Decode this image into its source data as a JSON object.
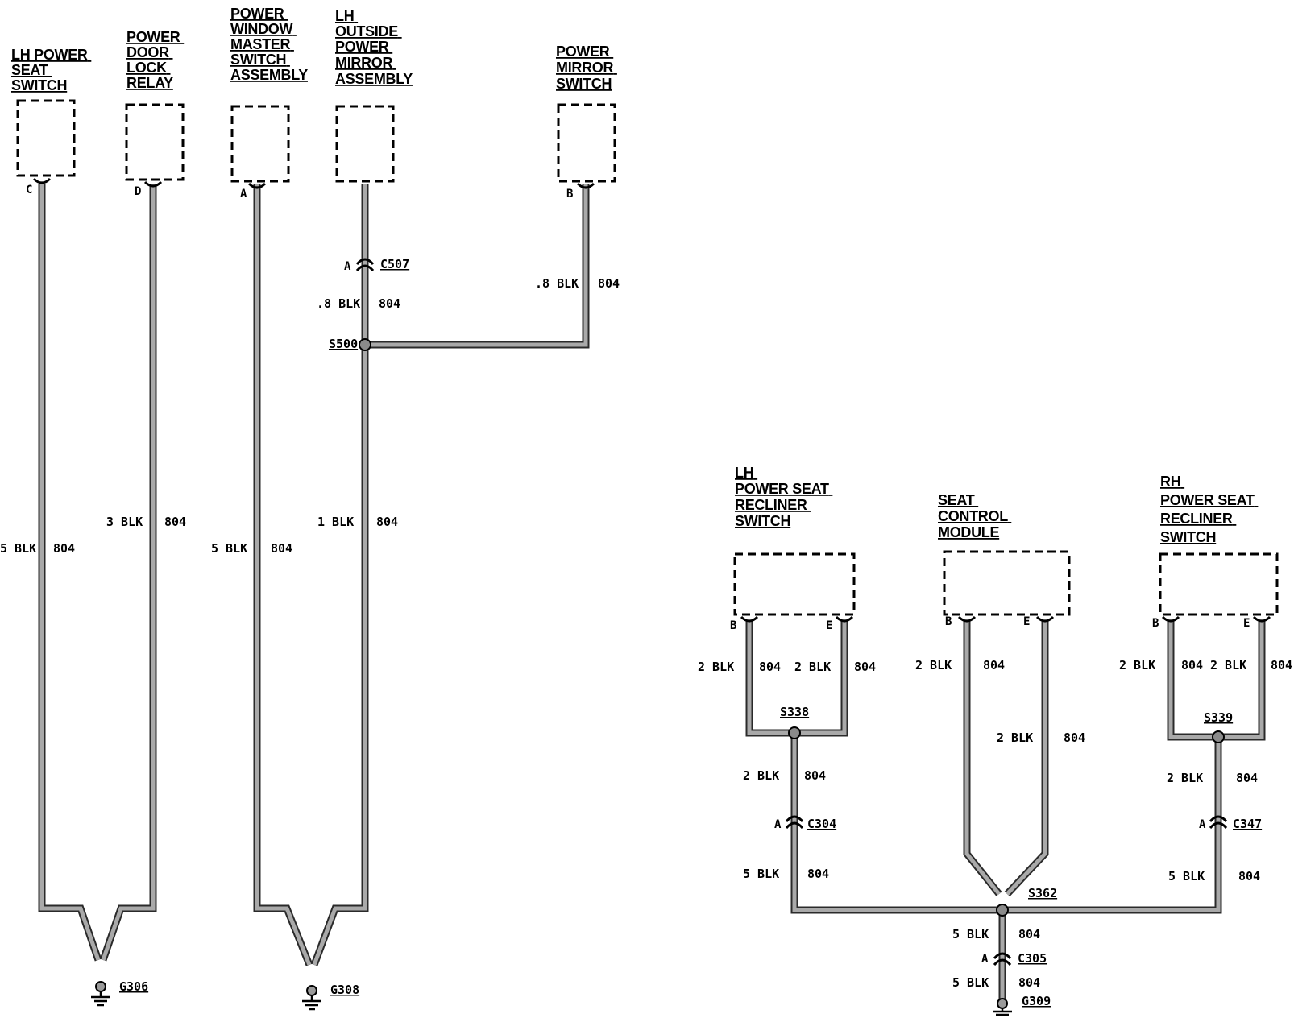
{
  "components": {
    "lh_power_seat_switch": [
      "LH POWER",
      "SEAT",
      "SWITCH"
    ],
    "power_door_lock_relay": [
      "POWER",
      "DOOR",
      "LOCK",
      "RELAY"
    ],
    "power_window_master_switch": [
      "POWER",
      "WINDOW",
      "MASTER",
      "SWITCH",
      "ASSEMBLY"
    ],
    "lh_outside_power_mirror": [
      "LH",
      "OUTSIDE",
      "POWER",
      "MIRROR",
      "ASSEMBLY"
    ],
    "power_mirror_switch": [
      "POWER",
      "MIRROR",
      "SWITCH"
    ],
    "lh_power_seat_recliner": [
      "LH",
      "POWER SEAT",
      "RECLINER",
      "SWITCH"
    ],
    "seat_control_module": [
      "SEAT",
      "CONTROL",
      "MODULE"
    ],
    "rh_power_seat_recliner": [
      "RH",
      "POWER SEAT",
      "RECLINER",
      "SWITCH"
    ]
  },
  "pins": {
    "lh_power_seat_switch": "C",
    "power_door_lock_relay": "D",
    "power_window_master_switch": "A",
    "power_mirror_switch": "B",
    "lh_recliner_b": "B",
    "lh_recliner_e": "E",
    "scm_b": "B",
    "scm_e": "E",
    "rh_recliner_b": "B",
    "rh_recliner_e": "E"
  },
  "wires": {
    "seat_switch": {
      "gauge": "5 BLK",
      "circuit": "804"
    },
    "door_lock": {
      "gauge": "3 BLK",
      "circuit": "804"
    },
    "window_master": {
      "gauge": "5 BLK",
      "circuit": "804"
    },
    "mirror_upper": {
      "gauge": ".8 BLK",
      "circuit": "804"
    },
    "mirror_switch": {
      "gauge": ".8 BLK",
      "circuit": "804"
    },
    "mirror_lower": {
      "gauge": "1 BLK",
      "circuit": "804"
    },
    "lh_rec_b": {
      "gauge": "2 BLK",
      "circuit": "804"
    },
    "lh_rec_e": {
      "gauge": "2 BLK",
      "circuit": "804"
    },
    "lh_rec_mid": {
      "gauge": "2 BLK",
      "circuit": "804"
    },
    "lh_rec_low": {
      "gauge": "5 BLK",
      "circuit": "804"
    },
    "scm_b": {
      "gauge": "2 BLK",
      "circuit": "804"
    },
    "scm_e": {
      "gauge": "2 BLK",
      "circuit": "804"
    },
    "rh_rec_b": {
      "gauge": "2 BLK",
      "circuit": "804"
    },
    "rh_rec_e": {
      "gauge": "2 BLK",
      "circuit": "804"
    },
    "rh_rec_mid": {
      "gauge": "2 BLK",
      "circuit": "804"
    },
    "rh_rec_low": {
      "gauge": "5 BLK",
      "circuit": "804"
    },
    "g309_upper": {
      "gauge": "5 BLK",
      "circuit": "804"
    },
    "g309_lower": {
      "gauge": "5 BLK",
      "circuit": "804"
    }
  },
  "connectors": {
    "c507": {
      "id": "C507",
      "pin": "A"
    },
    "c304": {
      "id": "C304",
      "pin": "A"
    },
    "c347": {
      "id": "C347",
      "pin": "A"
    },
    "c305": {
      "id": "C305",
      "pin": "A"
    }
  },
  "splices": {
    "s500": "S500",
    "s338": "S338",
    "s339": "S339",
    "s362": "S362"
  },
  "grounds": {
    "g306": "G306",
    "g308": "G308",
    "g309": "G309"
  }
}
